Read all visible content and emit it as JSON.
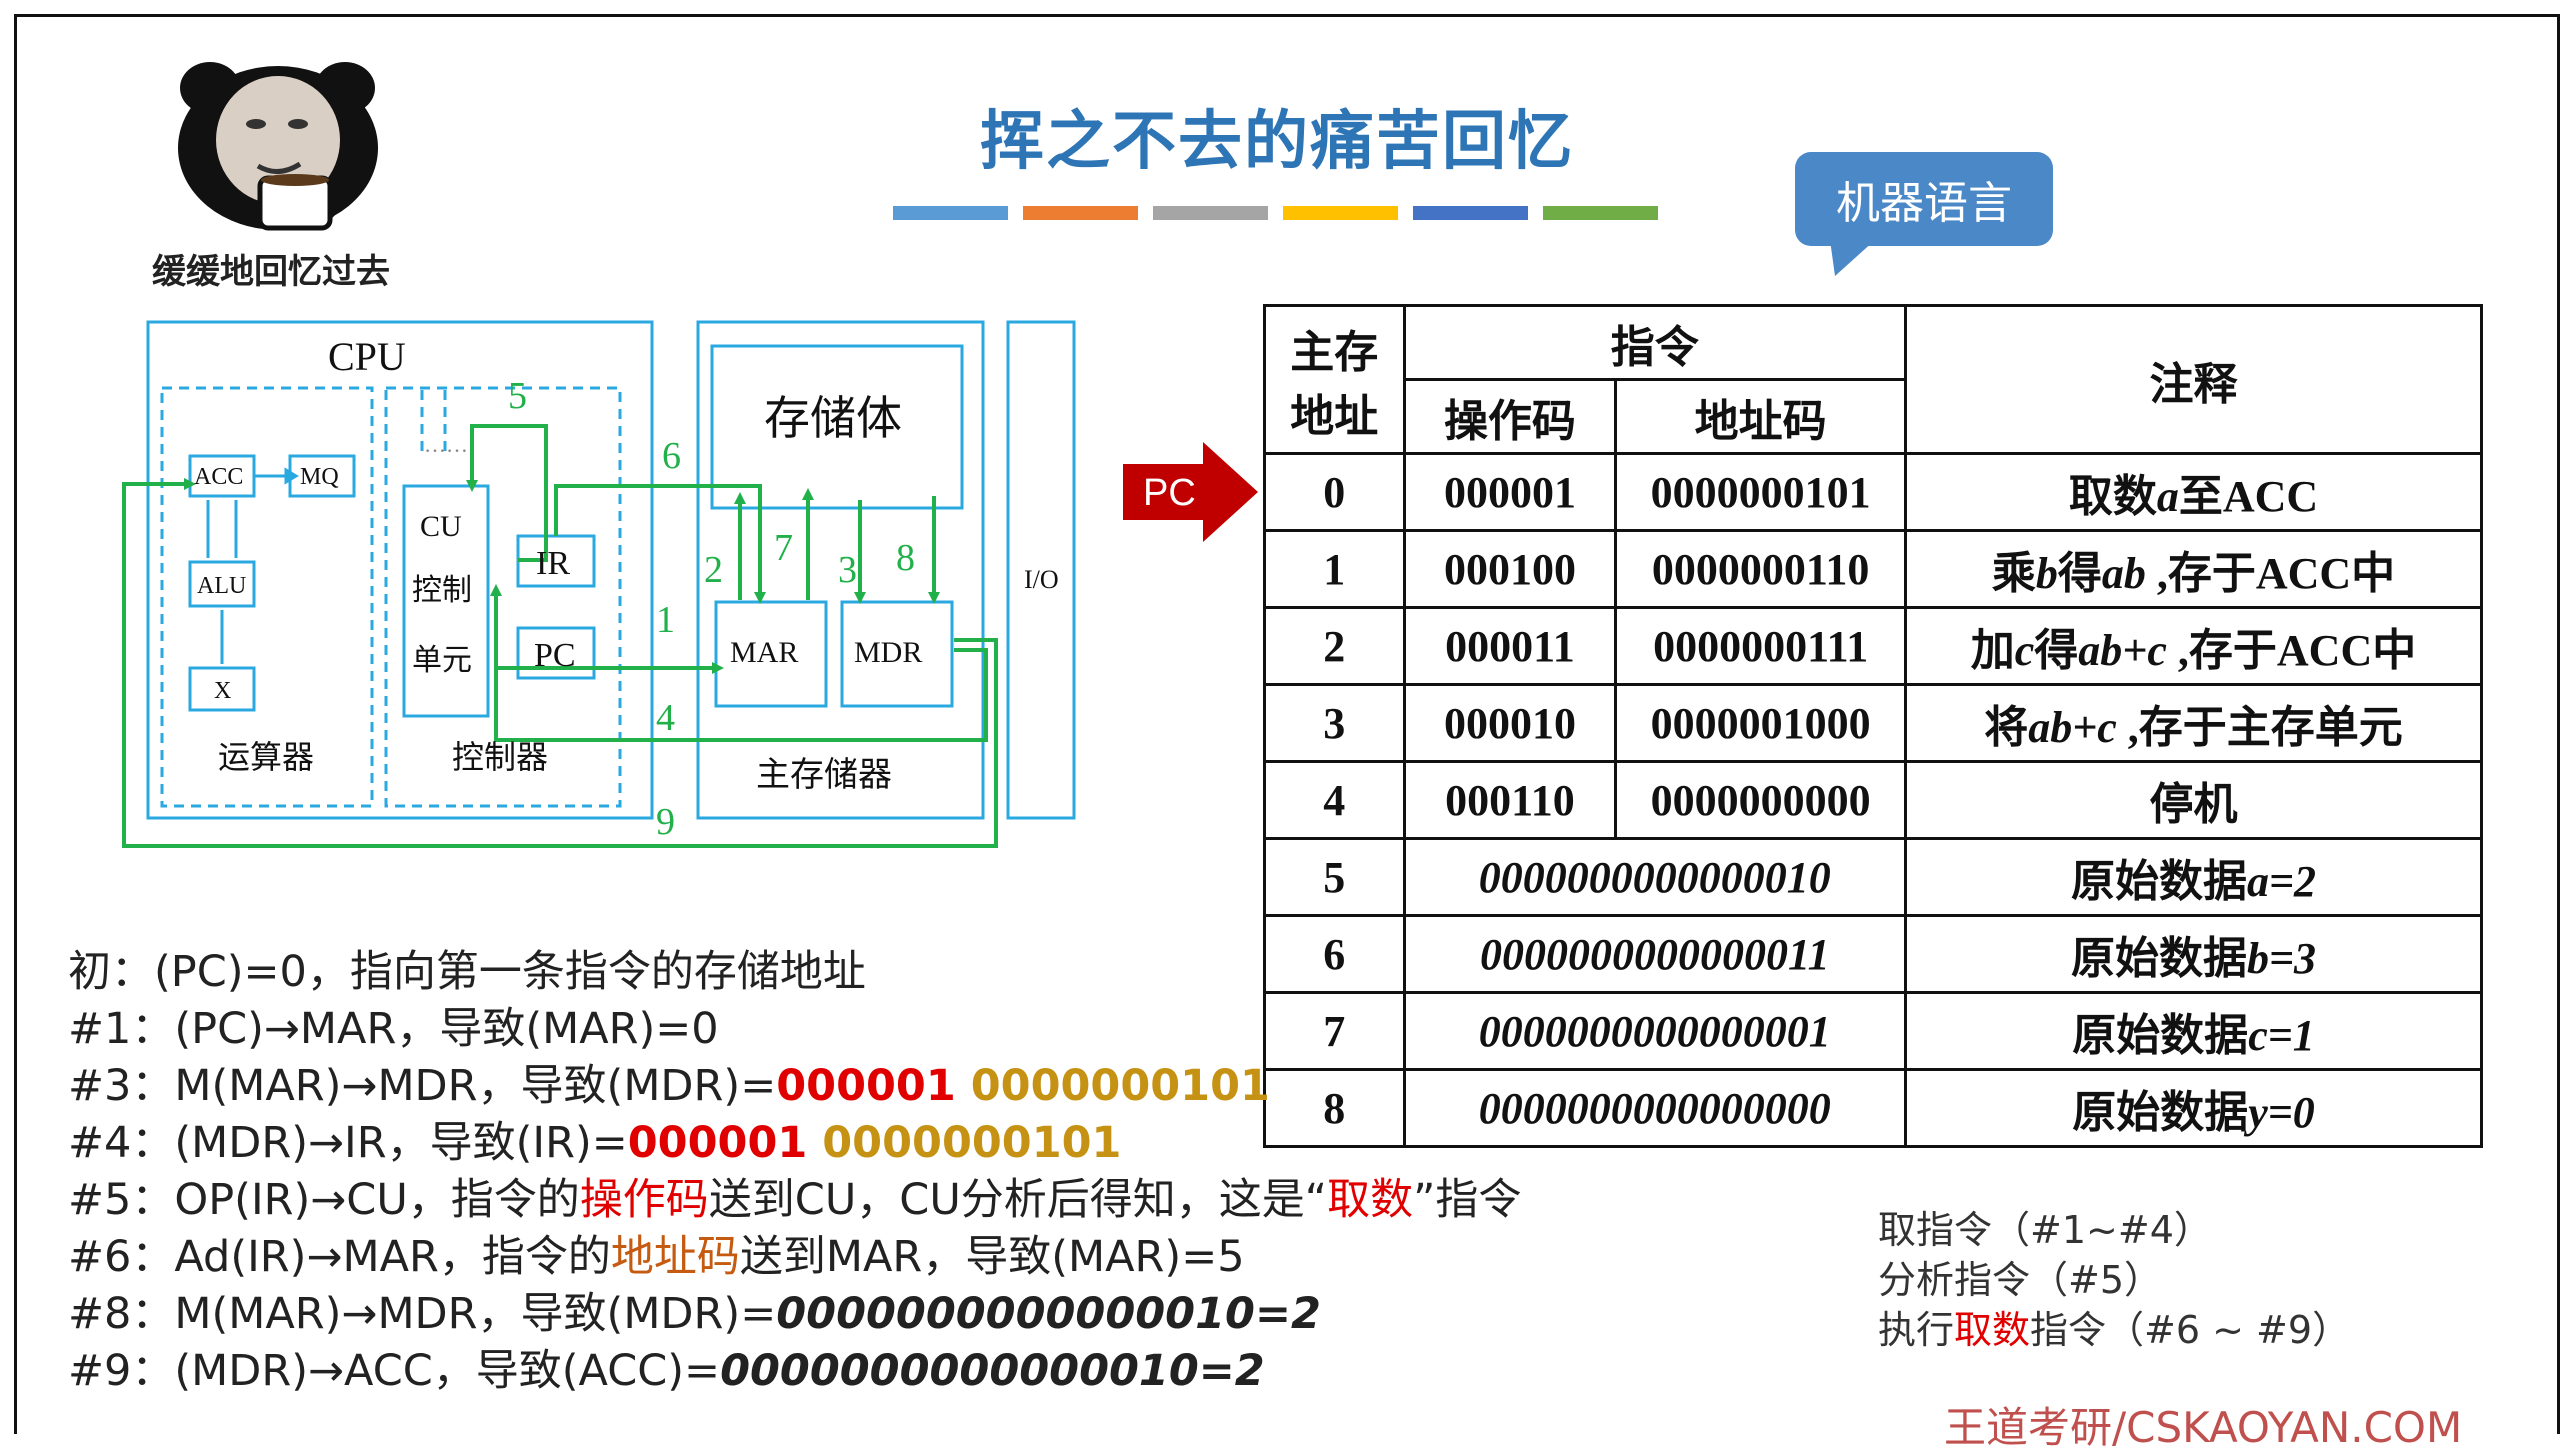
{
  "title": "挥之不去的痛苦回忆",
  "title_bar_colors": [
    "#5b9bd5",
    "#ed7d31",
    "#a5a5a5",
    "#ffc000",
    "#4472c4",
    "#70ad47"
  ],
  "bubble": "机器语言",
  "sticker_caption": "缓缓地回忆过去",
  "pc_label": "PC",
  "diagram": {
    "cpu": "CPU",
    "acc": "ACC",
    "mq": "MQ",
    "alu": "ALU",
    "x": "X",
    "alu_group": "运算器",
    "cu": "CU",
    "cu2": "控制",
    "cu3": "单元",
    "ctrl_group": "控制器",
    "ir": "IR",
    "pc": "PC",
    "storage": "存储体",
    "mar": "MAR",
    "mdr": "MDR",
    "mem_group": "主存储器",
    "io": "I/O",
    "steps": [
      "1",
      "2",
      "3",
      "4",
      "5",
      "6",
      "7",
      "8",
      "9"
    ],
    "dots": "……"
  },
  "table": {
    "h_addr": "主存地址",
    "h_addr_1": "主存",
    "h_addr_2": "地址",
    "h_instr": "指令",
    "h_op": "操作码",
    "h_ad": "地址码",
    "h_note": "注释",
    "rows": [
      {
        "addr": "0",
        "op": "000001",
        "ad": "0000000101",
        "note_pre": "取数",
        "note_it": "a",
        "note_post": "至ACC"
      },
      {
        "addr": "1",
        "op": "000100",
        "ad": "0000000110",
        "note_pre": "乘",
        "note_it": "b",
        "note_mid": "得",
        "note_it2": "ab",
        "note_post": " ,存于ACC中"
      },
      {
        "addr": "2",
        "op": "000011",
        "ad": "0000000111",
        "note_pre": "加",
        "note_it": "c",
        "note_mid": "得",
        "note_it2": "ab+c",
        "note_post": " ,存于ACC中"
      },
      {
        "addr": "3",
        "op": "000010",
        "ad": "0000001000",
        "note_pre": "将",
        "note_it": "ab+c",
        "note_post": " ,存于主存单元"
      },
      {
        "addr": "4",
        "op": "000110",
        "ad": "0000000000",
        "note_pre": "停机"
      }
    ],
    "data_rows": [
      {
        "addr": "5",
        "value": "0000000000000010",
        "note_pre": "原始数据",
        "note_it": "a=2"
      },
      {
        "addr": "6",
        "value": "0000000000000011",
        "note_pre": "原始数据",
        "note_it": "b=3"
      },
      {
        "addr": "7",
        "value": "0000000000000001",
        "note_pre": "原始数据",
        "note_it": "c=1"
      },
      {
        "addr": "8",
        "value": "0000000000000000",
        "note_pre": "原始数据",
        "note_it": "y=0"
      }
    ]
  },
  "notes": [
    {
      "a": "初：(PC)=0，指向第一条指令的存储地址"
    },
    {
      "a": "#1：(PC)→MAR，导致(MAR)=0"
    },
    {
      "a": "#3：M(MAR)→MDR，导致(MDR)=",
      "op": "000001",
      "ad": " 0000000101"
    },
    {
      "a": "#4：(MDR)→IR，导致(IR)=",
      "op": "000001",
      "ad": " 0000000101"
    },
    {
      "a": "#5：OP(IR)→CU，指令的",
      "hl1": "操作码",
      "b": "送到CU，CU分析后得知，这是“",
      "hl2": "取数",
      "c": "”指令"
    },
    {
      "a": "#6：Ad(IR)→MAR，指令的",
      "hl1": "地址码",
      "b": "送到MAR，导致(MAR)=5"
    },
    {
      "a": "#8：M(MAR)→MDR，导致(MDR)=",
      "bits": "0000000000000010=2"
    },
    {
      "a": "#9：(MDR)→ACC，导致(ACC)=",
      "bits": "0000000000000010=2"
    }
  ],
  "legend": {
    "l1": "取指令（#1~#4）",
    "l2": "分析指令（#5）",
    "l3a": "执行",
    "l3b": "取数",
    "l3c": "指令（#6 ~ #9）"
  },
  "footer": "王道考研/CSKAOYAN.COM"
}
